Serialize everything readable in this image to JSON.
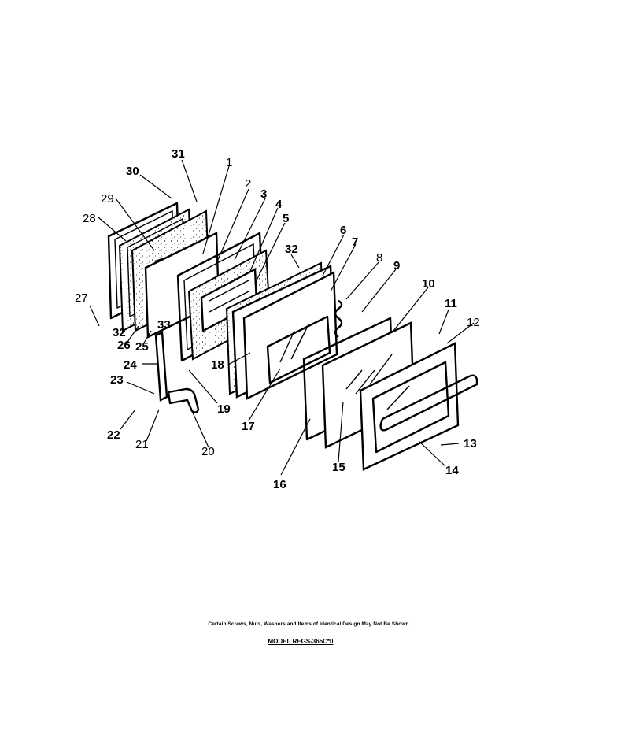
{
  "diagram": {
    "callouts": [
      "1",
      "2",
      "3",
      "4",
      "5",
      "6",
      "7",
      "8",
      "9",
      "10",
      "11",
      "12",
      "13",
      "14",
      "15",
      "16",
      "17",
      "18",
      "19",
      "20",
      "21",
      "22",
      "23",
      "24",
      "25",
      "26",
      "27",
      "28",
      "29",
      "30",
      "31",
      "32",
      "32",
      "33"
    ],
    "footnote": "Certain Screws, Nuts, Washers and Items of Identical Design May Not Be Shown",
    "model_label": "MODEL REGS-365C*0"
  }
}
